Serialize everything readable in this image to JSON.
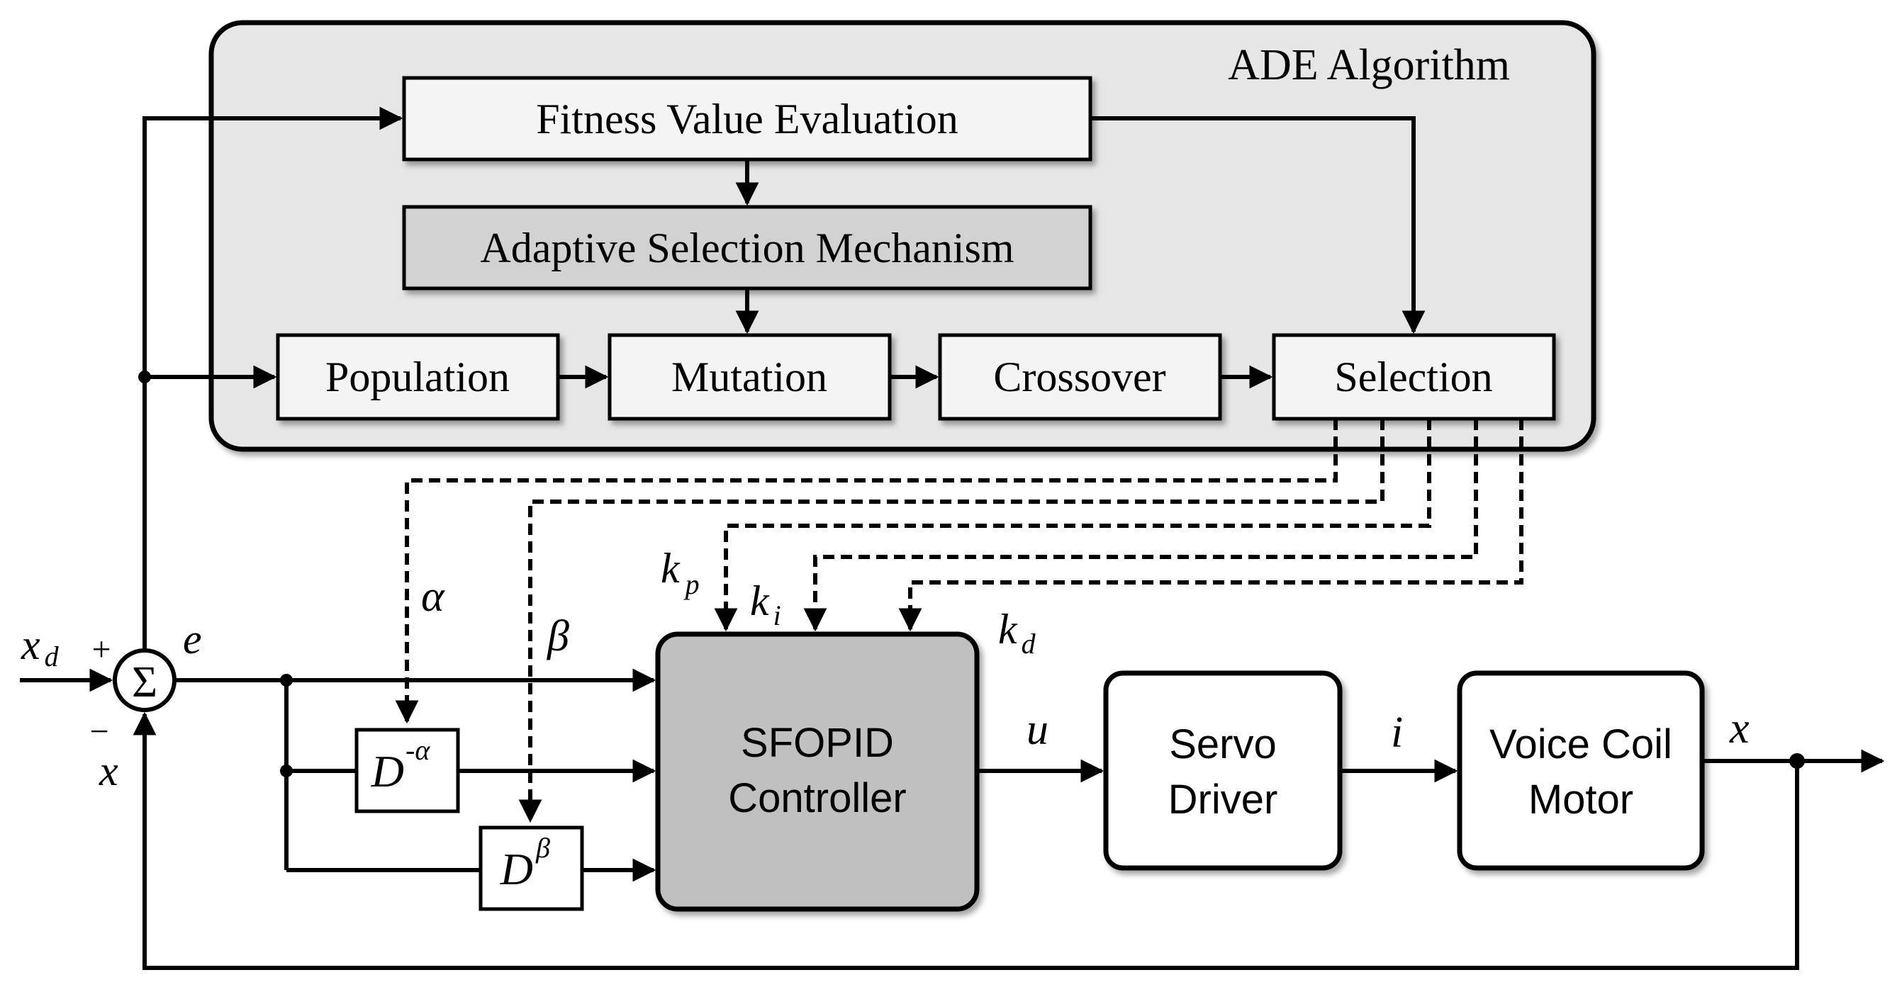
{
  "ade": {
    "title": "ADE Algorithm",
    "fitness": "Fitness Value Evaluation",
    "adaptive": "Adaptive Selection Mechanism",
    "population": "Population",
    "mutation": "Mutation",
    "crossover": "Crossover",
    "selection": "Selection"
  },
  "controller": {
    "line1": "SFOPID",
    "line2": "Controller"
  },
  "servo": {
    "line1": "Servo",
    "line2": "Driver"
  },
  "motor": {
    "line1": "Voice Coil",
    "line2": "Motor"
  },
  "operators": {
    "d_alpha_base": "D",
    "d_alpha_exp": "-α",
    "d_beta_base": "D",
    "d_beta_exp": "β"
  },
  "summer": {
    "symbol": "Σ",
    "plus": "+",
    "minus": "−"
  },
  "signals": {
    "xd_base": "x",
    "xd_sub": "d",
    "e": "e",
    "x_feedback": "x",
    "alpha": "α",
    "beta": "β",
    "kp_base": "k",
    "kp_sub": "p",
    "ki_base": "k",
    "ki_sub": "i",
    "kd_base": "k",
    "kd_sub": "d",
    "u": "u",
    "i": "i",
    "x_out": "x"
  },
  "colors": {
    "panel_fill": "#e6e6e6",
    "box_fill": "#f4f4f4",
    "adaptive_fill": "#d2d2d2",
    "controller_fill": "#c0c0c0",
    "block_fill": "#ffffff"
  }
}
